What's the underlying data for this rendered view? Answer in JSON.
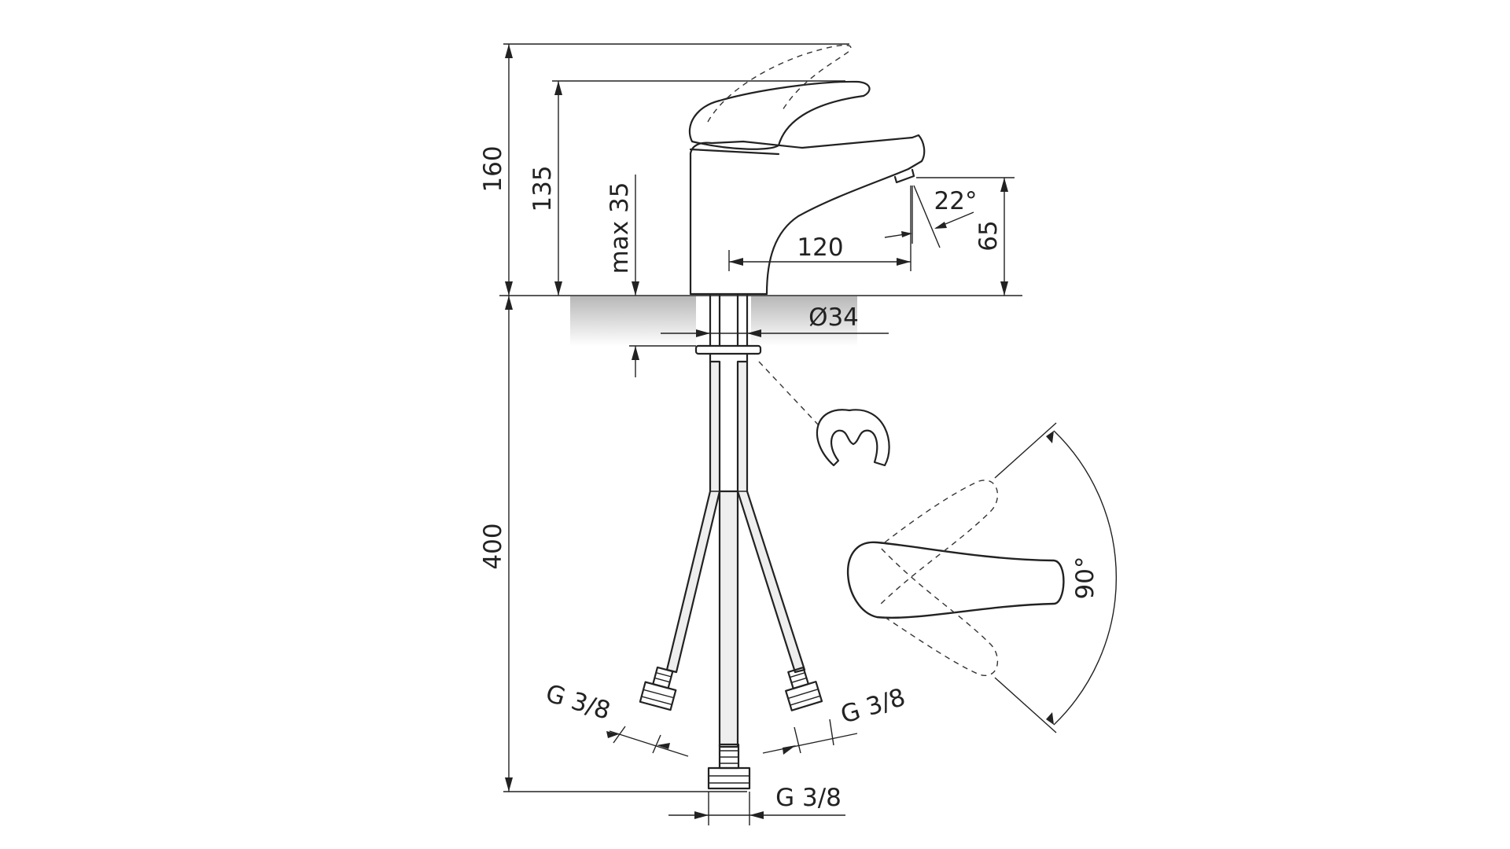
{
  "dimensions": {
    "overall_height": "160",
    "handle_height": "135",
    "max_counter_thickness": "max 35",
    "spout_reach": "120",
    "spout_height": "65",
    "spout_angle": "22°",
    "base_diameter": "Ø34",
    "hose_length": "400",
    "lever_rotation": "90°"
  },
  "connections": {
    "left": "G 3/8",
    "center": "G 3/8",
    "right": "G 3/8"
  }
}
